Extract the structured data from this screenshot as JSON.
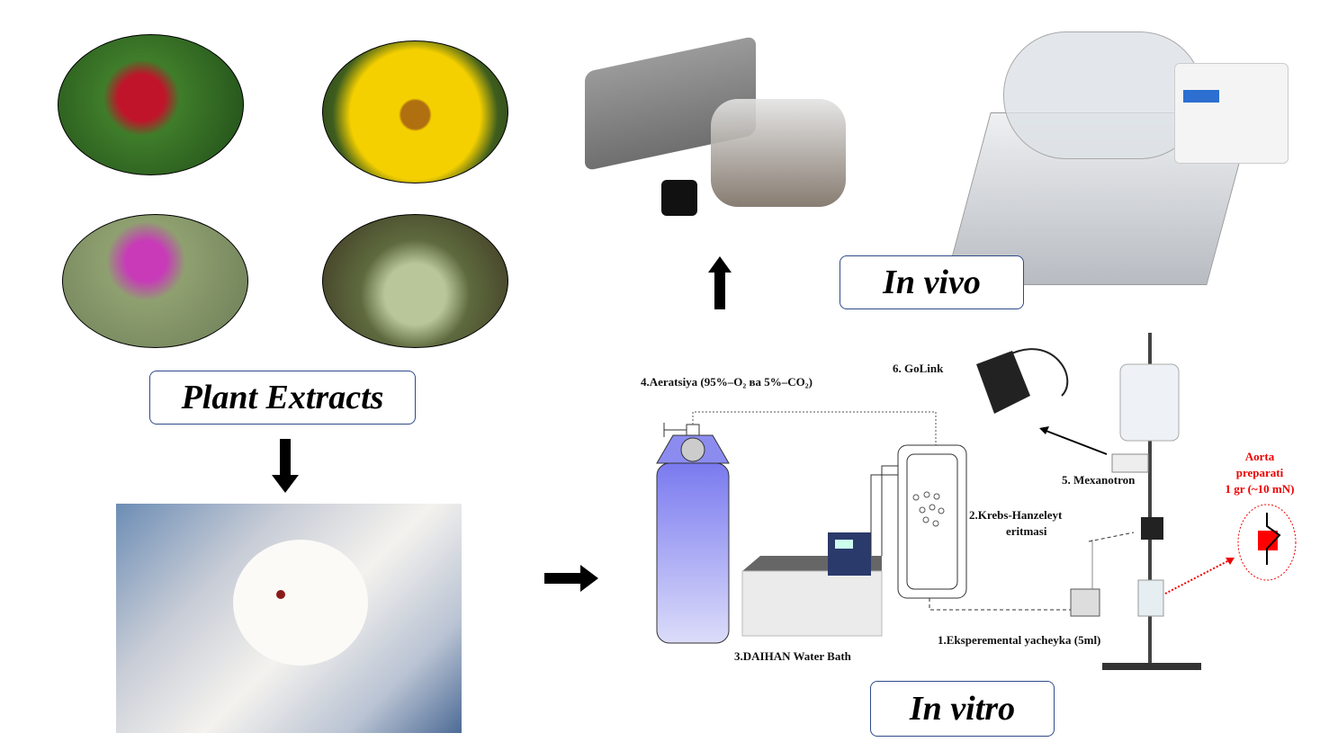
{
  "labels": {
    "plant_extracts": "Plant Extracts",
    "in_vivo": "In vivo",
    "in_vitro": "In vitro"
  },
  "apparatus": {
    "aeration": "4.Aeratsiya (95%–O₂ ва 5%–CO₂)",
    "golink": "6. GoLink",
    "mexanotron": "5. Mexanotron",
    "krebs_1": "2.Krebs-Hanzeleyt",
    "krebs_2": "eritmasi",
    "water_bath": "3.DAIHAN Water Bath",
    "cell": "1.Eksperemental yacheyka (5ml)",
    "aorta_1": "Aorta",
    "aorta_2": "preparati",
    "aorta_3": "1 gr (~10 mN)"
  },
  "colors": {
    "box_border": "#2f4a8a",
    "cylinder": "#8c8cf0",
    "aorta": "#e00000"
  }
}
